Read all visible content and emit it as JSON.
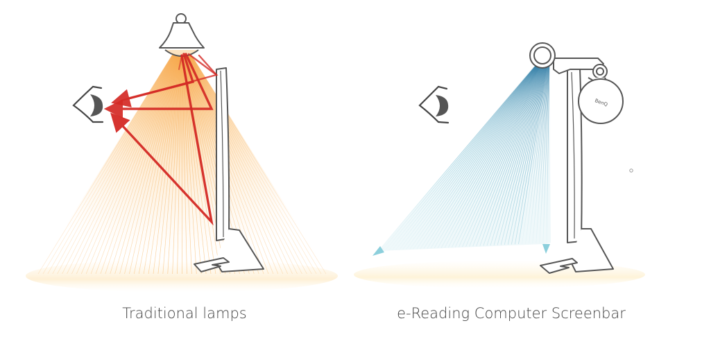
{
  "captions": {
    "left": "Traditional lamps",
    "right": "e-Reading Computer Screenbar"
  },
  "brand": {
    "logo_text": "BenQ"
  },
  "colors": {
    "warm_glow": "#f9b45a",
    "glare_arrow": "#d42a25",
    "cool_beam_dark": "#1d6f9c",
    "cool_beam_light": "#8fd3de",
    "outline": "#555555",
    "caption_text": "#444444"
  },
  "icons": [
    "eye-icon",
    "lamp-icon",
    "monitor-icon",
    "screenbar-icon",
    "glare-arrow-icon"
  ]
}
